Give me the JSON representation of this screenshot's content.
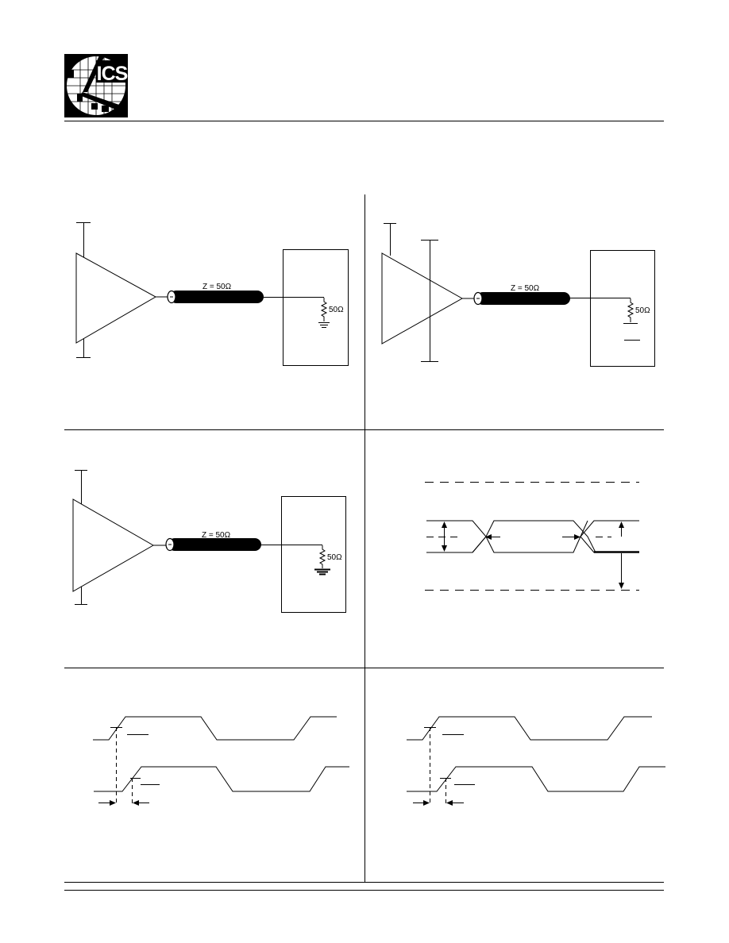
{
  "logo": {
    "text": "ICS"
  },
  "panels": {
    "lvpecl_load_a": {
      "cable_label": "Z = 50Ω",
      "resistor_label": "50Ω"
    },
    "lvpecl_load_b": {
      "cable_label": "Z = 50Ω",
      "resistor_label": "50Ω"
    },
    "lvpecl_load_c": {
      "cable_label": "Z = 50Ω",
      "resistor_label": "50Ω"
    }
  }
}
